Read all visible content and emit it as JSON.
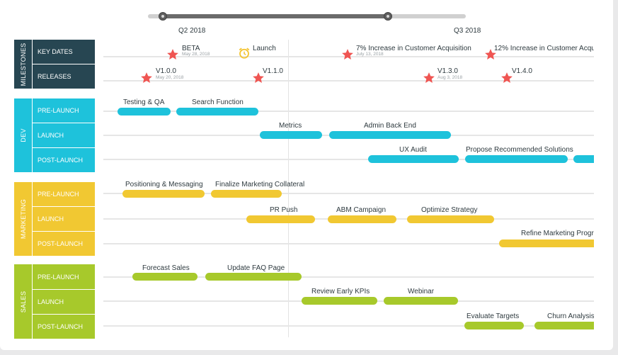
{
  "colors": {
    "milestones": "#274652",
    "dev": "#1ec2db",
    "marketing": "#f1c832",
    "sales": "#a7c92b",
    "star": "#ef5552",
    "clock": "#f4c430"
  },
  "timeline": {
    "left_label": "Q2 2018",
    "right_label": "Q3 2018"
  },
  "groups": [
    {
      "label": "MILESTONES",
      "rows": [
        {
          "label": "KEY DATES"
        },
        {
          "label": "RELEASES"
        }
      ]
    },
    {
      "label": "DEV",
      "rows": [
        {
          "label": "PRE-LAUNCH"
        },
        {
          "label": "LAUNCH"
        },
        {
          "label": "POST-LAUNCH"
        }
      ]
    },
    {
      "label": "MARKETING",
      "rows": [
        {
          "label": "PRE-LAUNCH"
        },
        {
          "label": "LAUNCH"
        },
        {
          "label": "POST-LAUNCH"
        }
      ]
    },
    {
      "label": "SALES",
      "rows": [
        {
          "label": "PRE-LAUNCH"
        },
        {
          "label": "LAUNCH"
        },
        {
          "label": "POST-LAUNCH"
        }
      ]
    }
  ],
  "milestones": {
    "beta": {
      "label": "BETA",
      "date": "May 28, 2018",
      "icon": "star-icon"
    },
    "launch": {
      "label": "Launch",
      "icon": "alarm-clock-icon"
    },
    "inc7": {
      "label": "7% Increase in Customer Acquisition",
      "date": "July 13, 2018",
      "icon": "star-icon"
    },
    "inc12": {
      "label": "12% Increase in Customer Acqu",
      "icon": "star-icon"
    }
  },
  "releases": {
    "v100": {
      "label": "V1.0.0",
      "date": "May 20, 2018",
      "icon": "star-icon"
    },
    "v110": {
      "label": "V1.1.0",
      "icon": "star-icon"
    },
    "v130": {
      "label": "V1.3.0",
      "date": "Aug 3, 2018",
      "icon": "star-icon"
    },
    "v140": {
      "label": "V1.4.0",
      "icon": "star-icon"
    }
  },
  "tasks": {
    "dev_pre": [
      "Testing & QA",
      "Search Function"
    ],
    "dev_launch": [
      "Metrics",
      "Admin Back End"
    ],
    "dev_post": [
      "UX Audit",
      "Propose Recommended Solutions"
    ],
    "mkt_pre": [
      "Positioning & Messaging",
      "Finalize Marketing Collateral"
    ],
    "mkt_launch": [
      "PR Push",
      "ABM Campaign",
      "Optimize Strategy"
    ],
    "mkt_post": [
      "Refine Marketing Progr"
    ],
    "sales_pre": [
      "Forecast Sales",
      "Update FAQ Page"
    ],
    "sales_launch": [
      "Review Early KPIs",
      "Webinar"
    ],
    "sales_post": [
      "Evaluate Targets",
      "Churn Analysis"
    ]
  }
}
